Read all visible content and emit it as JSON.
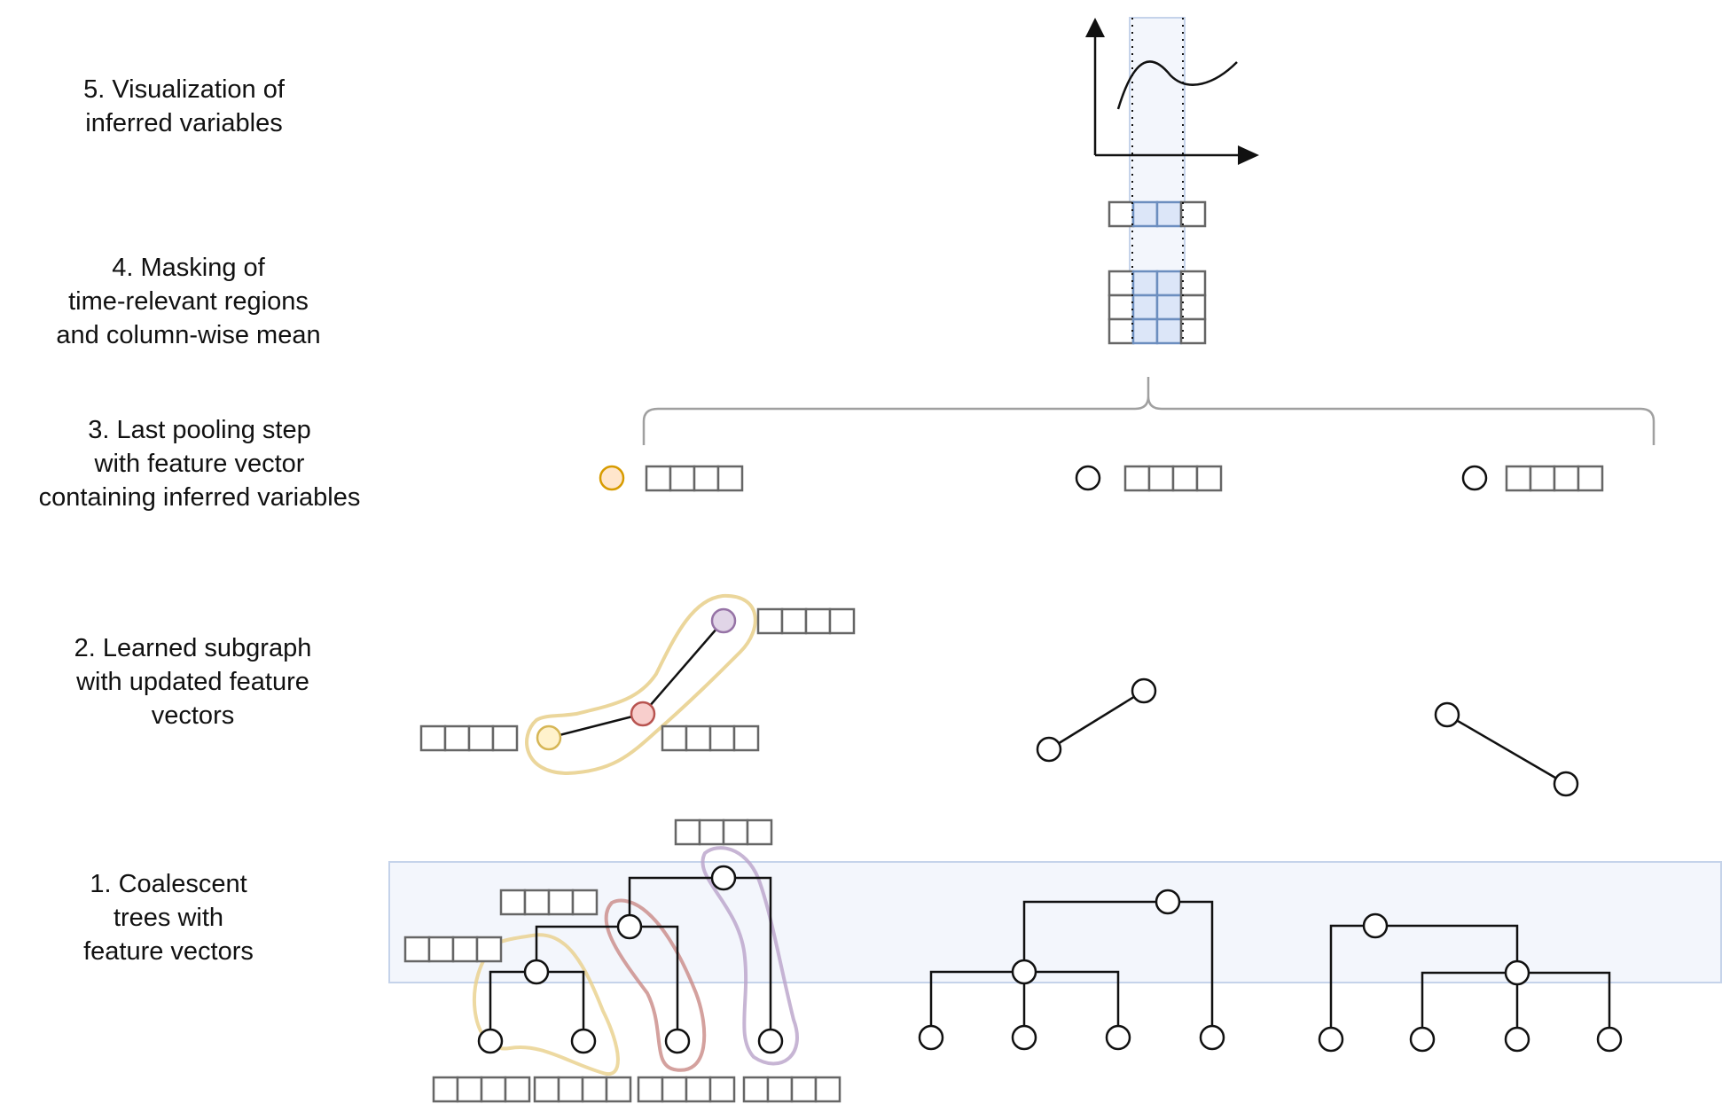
{
  "labels": {
    "step5": "5. Visualization of\ninferred variables",
    "step4": "4.  Masking of\ntime-relevant regions\nand column-wise mean",
    "step3": "3. Last pooling step\nwith feature vector\ncontaining inferred variables",
    "step2": "2. Learned subgraph\nwith updated feature\nvectors",
    "step1": "1. Coalescent\ntrees with\nfeature vectors"
  },
  "colors": {
    "line": "#111111",
    "vector_stroke": "#666666",
    "mask_fill": "#dce6f8",
    "mask_stroke": "#6c8ebf",
    "band_fill": "#f3f6fc",
    "band_stroke": "#c5d3ea",
    "brace": "#a0a0a0",
    "node_orange": "#ffe6cc",
    "node_orange_stroke": "#d79b00",
    "node_yellow": "#fff2cc",
    "node_yellow_stroke": "#d6b656",
    "node_red": "#f8cecc",
    "node_red_stroke": "#b85450",
    "node_purple": "#e1d5e7",
    "node_purple_stroke": "#9673a6",
    "hull_yellow": "#e8cf8a",
    "hull_red": "#c98a86",
    "hull_purple": "#b9a3c9"
  }
}
